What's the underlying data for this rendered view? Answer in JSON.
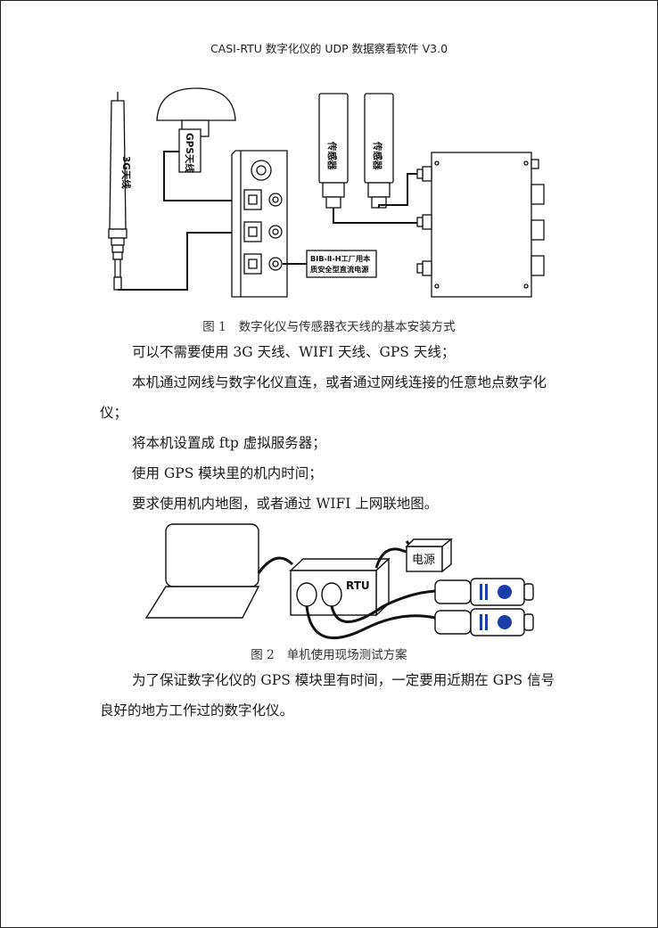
{
  "header": {
    "title": "CASI-RTU 数字化仪的 UDP 数据察看软件 V3.0"
  },
  "figure1": {
    "antenna_3g_label": "3G天线",
    "gps_antenna_label": "GPS天线",
    "sensor1_label": "传感器",
    "sensor2_label": "传感器",
    "power_label_line1": "BIB-Ⅱ-H工厂用本",
    "power_label_line2": "质安全型直流电源",
    "caption_num": "图 1",
    "caption_text": "数字化仪与传感器衣天线的基本安装方式"
  },
  "body_paragraphs": [
    "可以不需要使用 3G 天线、WIFI 天线、GPS 天线；",
    "本机通过网线与数字化仪直连，或者通过网线连接的任意地点数字化仪；",
    "将本机设置成 ftp 虚拟服务器；",
    "使用 GPS 模块里的机内时间；",
    "要求使用机内地图，或者通过 WIFI 上网联地图。"
  ],
  "figure2": {
    "power_label": "电源",
    "rtu_label": "RTU",
    "caption_num": "图 2",
    "caption_text": "单机使用现场测试方案"
  },
  "closing_paragraph": "为了保证数字化仪的 GPS 模块里有时间，一定要用近期在 GPS 信号良好的地方工作过的数字化仪。"
}
